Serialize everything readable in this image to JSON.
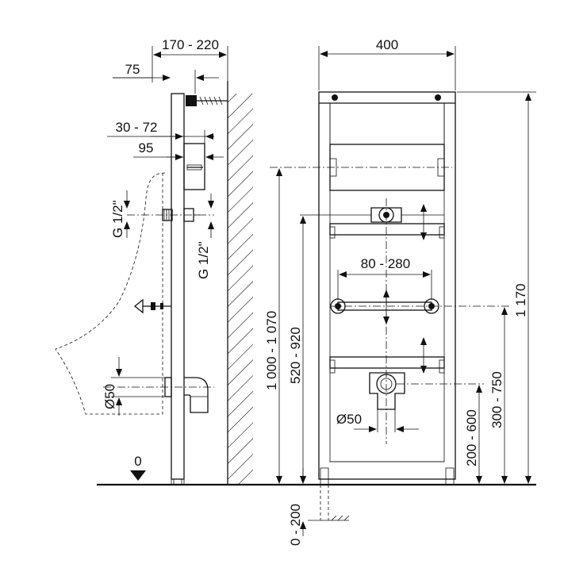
{
  "dimensions": {
    "wall_distance": "170 - 220",
    "frame_depth": "75",
    "inlet_offset": "30 - 72",
    "inlet_box": "95",
    "thread_left": "G 1/2\"",
    "thread_right": "G 1/2\"",
    "drain_side": "Ø50",
    "floor_level": "0",
    "frame_width": "400",
    "bracket_spacing": "80 - 280",
    "drain_front": "Ø50",
    "total_height": "1 170",
    "inlet_height": "1 000 - 1 070",
    "valve_height": "520 - 920",
    "bracket_height": "300 - 750",
    "drain_height": "200 - 600",
    "foot_adjust": "0 - 200"
  },
  "colors": {
    "line": "#111111",
    "background": "#ffffff"
  }
}
